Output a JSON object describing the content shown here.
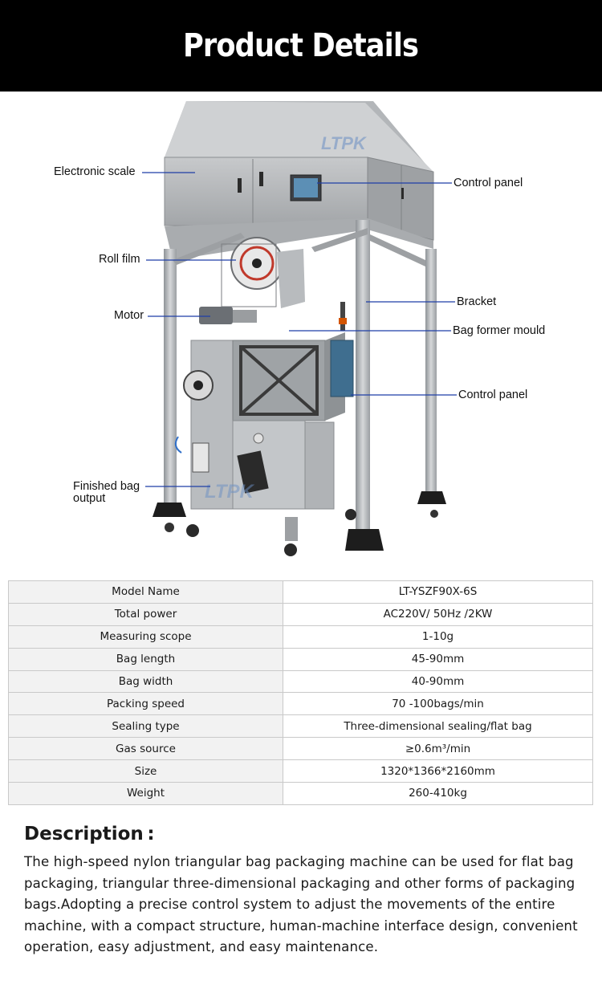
{
  "header": {
    "title": "Product Details"
  },
  "figure": {
    "watermark": "LTPK",
    "callouts": {
      "electronic_scale": "Electronic scale",
      "control_panel_top": "Control panel",
      "roll_film": "Roll film",
      "bracket": "Bracket",
      "motor": "Motor",
      "bag_former_mould": "Bag former mould",
      "control_panel_side": "Control panel",
      "finished_bag_line1": "Finished bag",
      "finished_bag_line2": "output"
    },
    "colors": {
      "callout_line": "#1f3fa6",
      "steel": "#b9bcbf"
    }
  },
  "specs": {
    "rows": [
      {
        "label": "Model Name",
        "value": "LT-YSZF90X-6S"
      },
      {
        "label": "Total power",
        "value": "AC220V/ 50Hz /2KW"
      },
      {
        "label": "Measuring scope",
        "value": "1-10g"
      },
      {
        "label": "Bag length",
        "value": "45-90mm"
      },
      {
        "label": "Bag width",
        "value": "40-90mm"
      },
      {
        "label": "Packing speed",
        "value": "70 -100bags/min"
      },
      {
        "label": "Sealing type",
        "value": "Three-dimensional sealing/flat bag"
      },
      {
        "label": "Gas source",
        "value": "≥0.6m³/min"
      },
      {
        "label": "Size",
        "value": "1320*1366*2160mm"
      },
      {
        "label": "Weight",
        "value": "260-410kg"
      }
    ]
  },
  "description": {
    "title": "Description :",
    "text": "The high-speed nylon triangular bag packaging machine can be used for flat bag packaging, triangular three-dimensional packaging and other forms of packaging bags.Adopting a precise control system to adjust the movements of the entire machine, with a compact structure, human-machine interface design, convenient operation, easy adjustment, and easy maintenance."
  }
}
